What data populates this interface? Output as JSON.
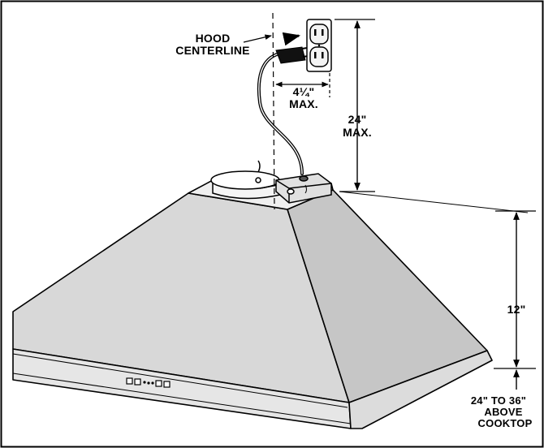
{
  "labels": {
    "hood_centerline": [
      "HOOD",
      "CENTERLINE"
    ],
    "outlet_offset": [
      "4¼\"",
      "MAX."
    ],
    "outlet_height": [
      "24\"",
      "MAX."
    ],
    "hood_height": "12\"",
    "mount_height": [
      "24\" TO 36\"",
      "ABOVE",
      "COOKTOP"
    ]
  },
  "colors": {
    "ink": "#000000",
    "hood_shade": "#d8d8d8",
    "hood_light": "#efefef",
    "paper": "#ffffff"
  }
}
